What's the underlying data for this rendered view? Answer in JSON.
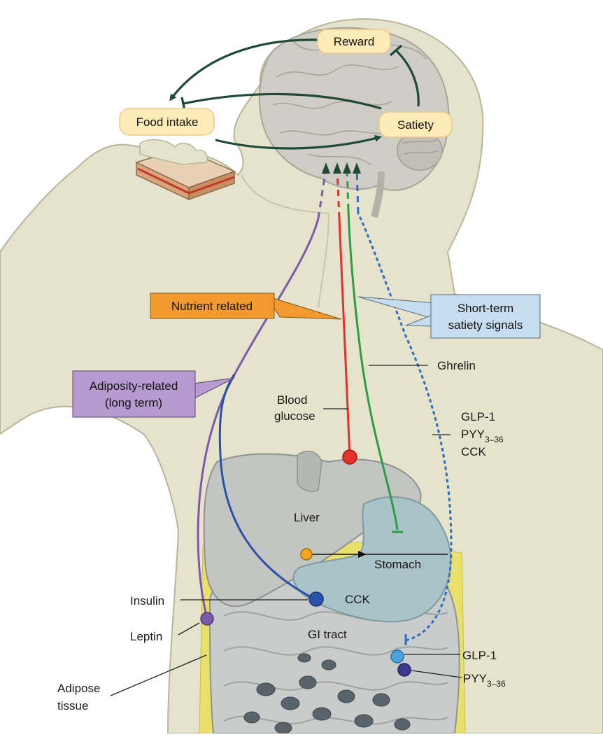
{
  "brain_labels": {
    "reward": "Reward",
    "food_intake": "Food intake",
    "satiety": "Satiety"
  },
  "category_boxes": {
    "nutrient": "Nutrient related",
    "short_term_line1": "Short-term",
    "short_term_line2": "satiety signals",
    "adiposity_line1": "Adiposity-related",
    "adiposity_line2": "(long term)"
  },
  "signal_labels": {
    "ghrelin": "Ghrelin",
    "blood_line1": "Blood",
    "blood_line2": "glucose",
    "glp1_top": "GLP-1",
    "pyy_top": "PYY",
    "pyy_top_sub": "3–36",
    "cck_top": "CCK",
    "insulin": "Insulin",
    "leptin": "Leptin",
    "adipose_line1": "Adipose",
    "adipose_line2": "tissue",
    "glp1_bottom": "GLP-1",
    "pyy_bottom": "PYY",
    "pyy_bottom_sub": "3–36"
  },
  "organ_labels": {
    "liver": "Liver",
    "stomach": "Stomach",
    "cck_organ": "CCK",
    "gi_tract": "GI tract"
  },
  "colors": {
    "body": "#e6e3cc",
    "body_outline": "#b9b59c",
    "brain": "#d0ccc6",
    "arrow_dark_green": "#1f4a34",
    "nutrient_box": "#f29a2e",
    "short_term_box": "#c6dcef",
    "adiposity_box": "#b79bd0",
    "red_pathway": "#e3322b",
    "green_pathway": "#2e9b46",
    "blue_pathway": "#2f6fc0",
    "purple_pathway": "#7b5bab",
    "dark_blue_pathway": "#2a52a8",
    "liver": "#c3c5c2",
    "stomach": "#a9c3c9",
    "fat": "#e8e06a"
  }
}
